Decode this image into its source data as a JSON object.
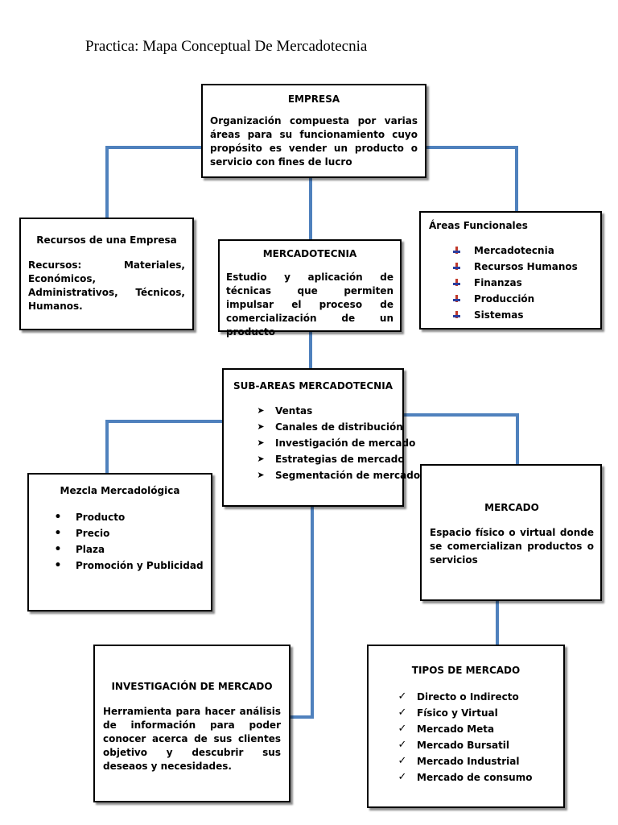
{
  "title": "Practica: Mapa Conceptual De Mercadotecnia",
  "colors": {
    "connector": "#4f81bd",
    "border": "#000000",
    "icon_red": "#c0392b",
    "icon_blue": "#2c3e9e"
  },
  "empresa": {
    "title": "EMPRESA",
    "text": "Organización compuesta por varias áreas para su funcionamiento cuyo propósito es vender un producto o servicio con fines de lucro"
  },
  "recursos": {
    "title": "Recursos de una Empresa",
    "text": "Recursos: Materiales, Económicos, Administrativos, Técnicos, Humanos."
  },
  "mercadotecnia": {
    "title": "MERCADOTECNIA",
    "text": "Estudio y aplicación de técnicas que permiten impulsar el proceso de comercialización de un producto"
  },
  "areas": {
    "title": "Áreas Funcionales",
    "items": [
      "Mercadotecnia",
      "Recursos Humanos",
      "Finanzas",
      "Producción",
      "Sistemas"
    ],
    "icon": "cross-square-bullet"
  },
  "subareas": {
    "title": "SUB-AREAS MERCADOTECNIA",
    "items": [
      "Ventas",
      "Canales de distribución",
      "Investigación de mercado",
      "Estrategias de mercado",
      "Segmentación de mercado"
    ],
    "icon": "arrowhead-bullet"
  },
  "mezcla": {
    "title": "Mezcla Mercadológica",
    "items": [
      "Producto",
      "Precio",
      "Plaza",
      "Promoción y Publicidad"
    ],
    "icon": "dot-bullet"
  },
  "mercado": {
    "title": "MERCADO",
    "text": "Espacio físico o virtual donde se comercializan productos o servicios"
  },
  "investigacion": {
    "title": "INVESTIGACIÓN DE MERCADO",
    "text": "Herramienta para hacer análisis de información para poder conocer acerca de sus clientes objetivo y descubrir sus deseaos y necesidades."
  },
  "tipos": {
    "title": "TIPOS DE MERCADO",
    "items": [
      "Directo o Indirecto",
      "Físico y Virtual",
      "Mercado Meta",
      "Mercado Bursatil",
      "Mercado Industrial",
      "Mercado de consumo"
    ],
    "icon": "check-bullet"
  }
}
